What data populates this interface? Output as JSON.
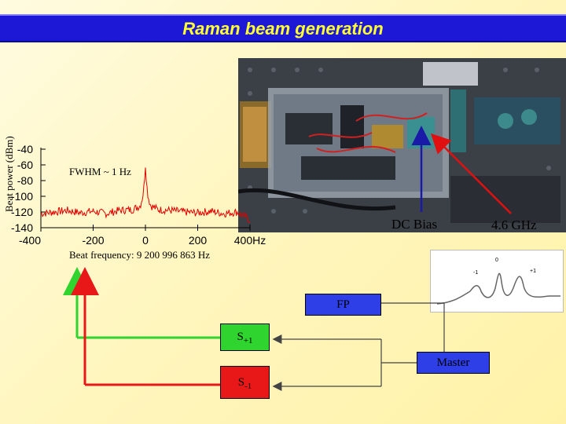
{
  "title": "Raman beam generation",
  "chart_data": {
    "type": "line",
    "ylabel": "Beat power (dBm)",
    "xlabel": "Beat frequency: 9 200 996 863 Hz",
    "x_tick_labels": [
      "-400",
      "-200",
      "0",
      "200",
      "400Hz"
    ],
    "x_ticks": [
      -400,
      -200,
      0,
      200,
      400
    ],
    "y_tick_labels": [
      "-40",
      "-60",
      "-80",
      "-100",
      "-120",
      "-140"
    ],
    "y_ticks": [
      -40,
      -60,
      -80,
      -100,
      -120,
      -140
    ],
    "xlim": [
      -400,
      400
    ],
    "ylim": [
      -140,
      -40
    ],
    "annotation": "FWHM ~ 1 Hz",
    "series": [
      {
        "color": "#e00000",
        "x": [
          -400,
          -350,
          -300,
          -250,
          -200,
          -150,
          -100,
          -50,
          -20,
          -10,
          -5,
          0,
          5,
          10,
          20,
          50,
          100,
          150,
          200,
          250,
          300,
          350,
          400
        ],
        "y": [
          -122,
          -120,
          -118,
          -121,
          -119,
          -122,
          -118,
          -117,
          -112,
          -100,
          -85,
          -60,
          -85,
          -100,
          -112,
          -117,
          -118,
          -120,
          -121,
          -119,
          -122,
          -120,
          -130
        ]
      }
    ]
  },
  "fp_plot": {
    "labels": [
      "0",
      "-1",
      "+1"
    ]
  },
  "labels": {
    "dc_bias": "DC Bias",
    "ghz": "4.6 GHz",
    "fp": "FP",
    "master": "Master",
    "s_plus": "S",
    "s_plus_sub": "+1",
    "s_minus": "S",
    "s_minus_sub": "-1"
  },
  "colors": {
    "title_bg": "#1d17d6",
    "title_text": "#ffff33",
    "box_blue": "#2f3fe8",
    "box_green": "#2fd42f",
    "box_red": "#e81818",
    "arrow_blue": "#1a1aa8",
    "arrow_red": "#e01010"
  }
}
